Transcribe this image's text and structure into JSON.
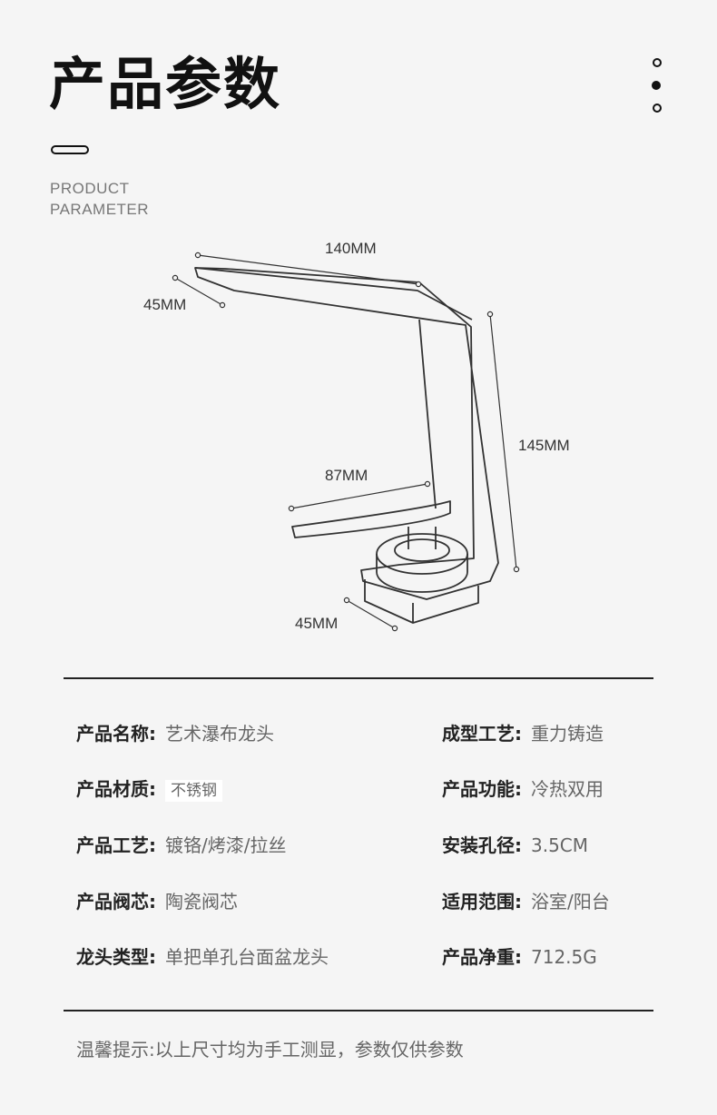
{
  "header": {
    "title": "产品参数",
    "subtitle_line1": "PRODUCT",
    "subtitle_line2": "PARAMETER"
  },
  "diagram": {
    "dim_top_length": "140MM",
    "dim_top_width": "45MM",
    "dim_height": "145MM",
    "dim_handle": "87MM",
    "dim_base": "45MM"
  },
  "specs": [
    {
      "key": "产品名称:",
      "value": "艺术瀑布龙头"
    },
    {
      "key": "成型工艺:",
      "value": "重力铸造"
    },
    {
      "key": "产品材质:",
      "value": "不锈钢"
    },
    {
      "key": "产品功能:",
      "value": "冷热双用"
    },
    {
      "key": "产品工艺:",
      "value": "镀铬/烤漆/拉丝"
    },
    {
      "key": "安装孔径:",
      "value": "3.5CM"
    },
    {
      "key": "产品阀芯:",
      "value": "陶瓷阀芯"
    },
    {
      "key": "适用范围:",
      "value": "浴室/阳台"
    },
    {
      "key": "龙头类型:",
      "value": "单把单孔台面盆龙头"
    },
    {
      "key": "产品净重:",
      "value": "712.5G"
    }
  ],
  "footer": {
    "note": "温馨提示:以上尺寸均为手工测显，参数仅供参数"
  }
}
